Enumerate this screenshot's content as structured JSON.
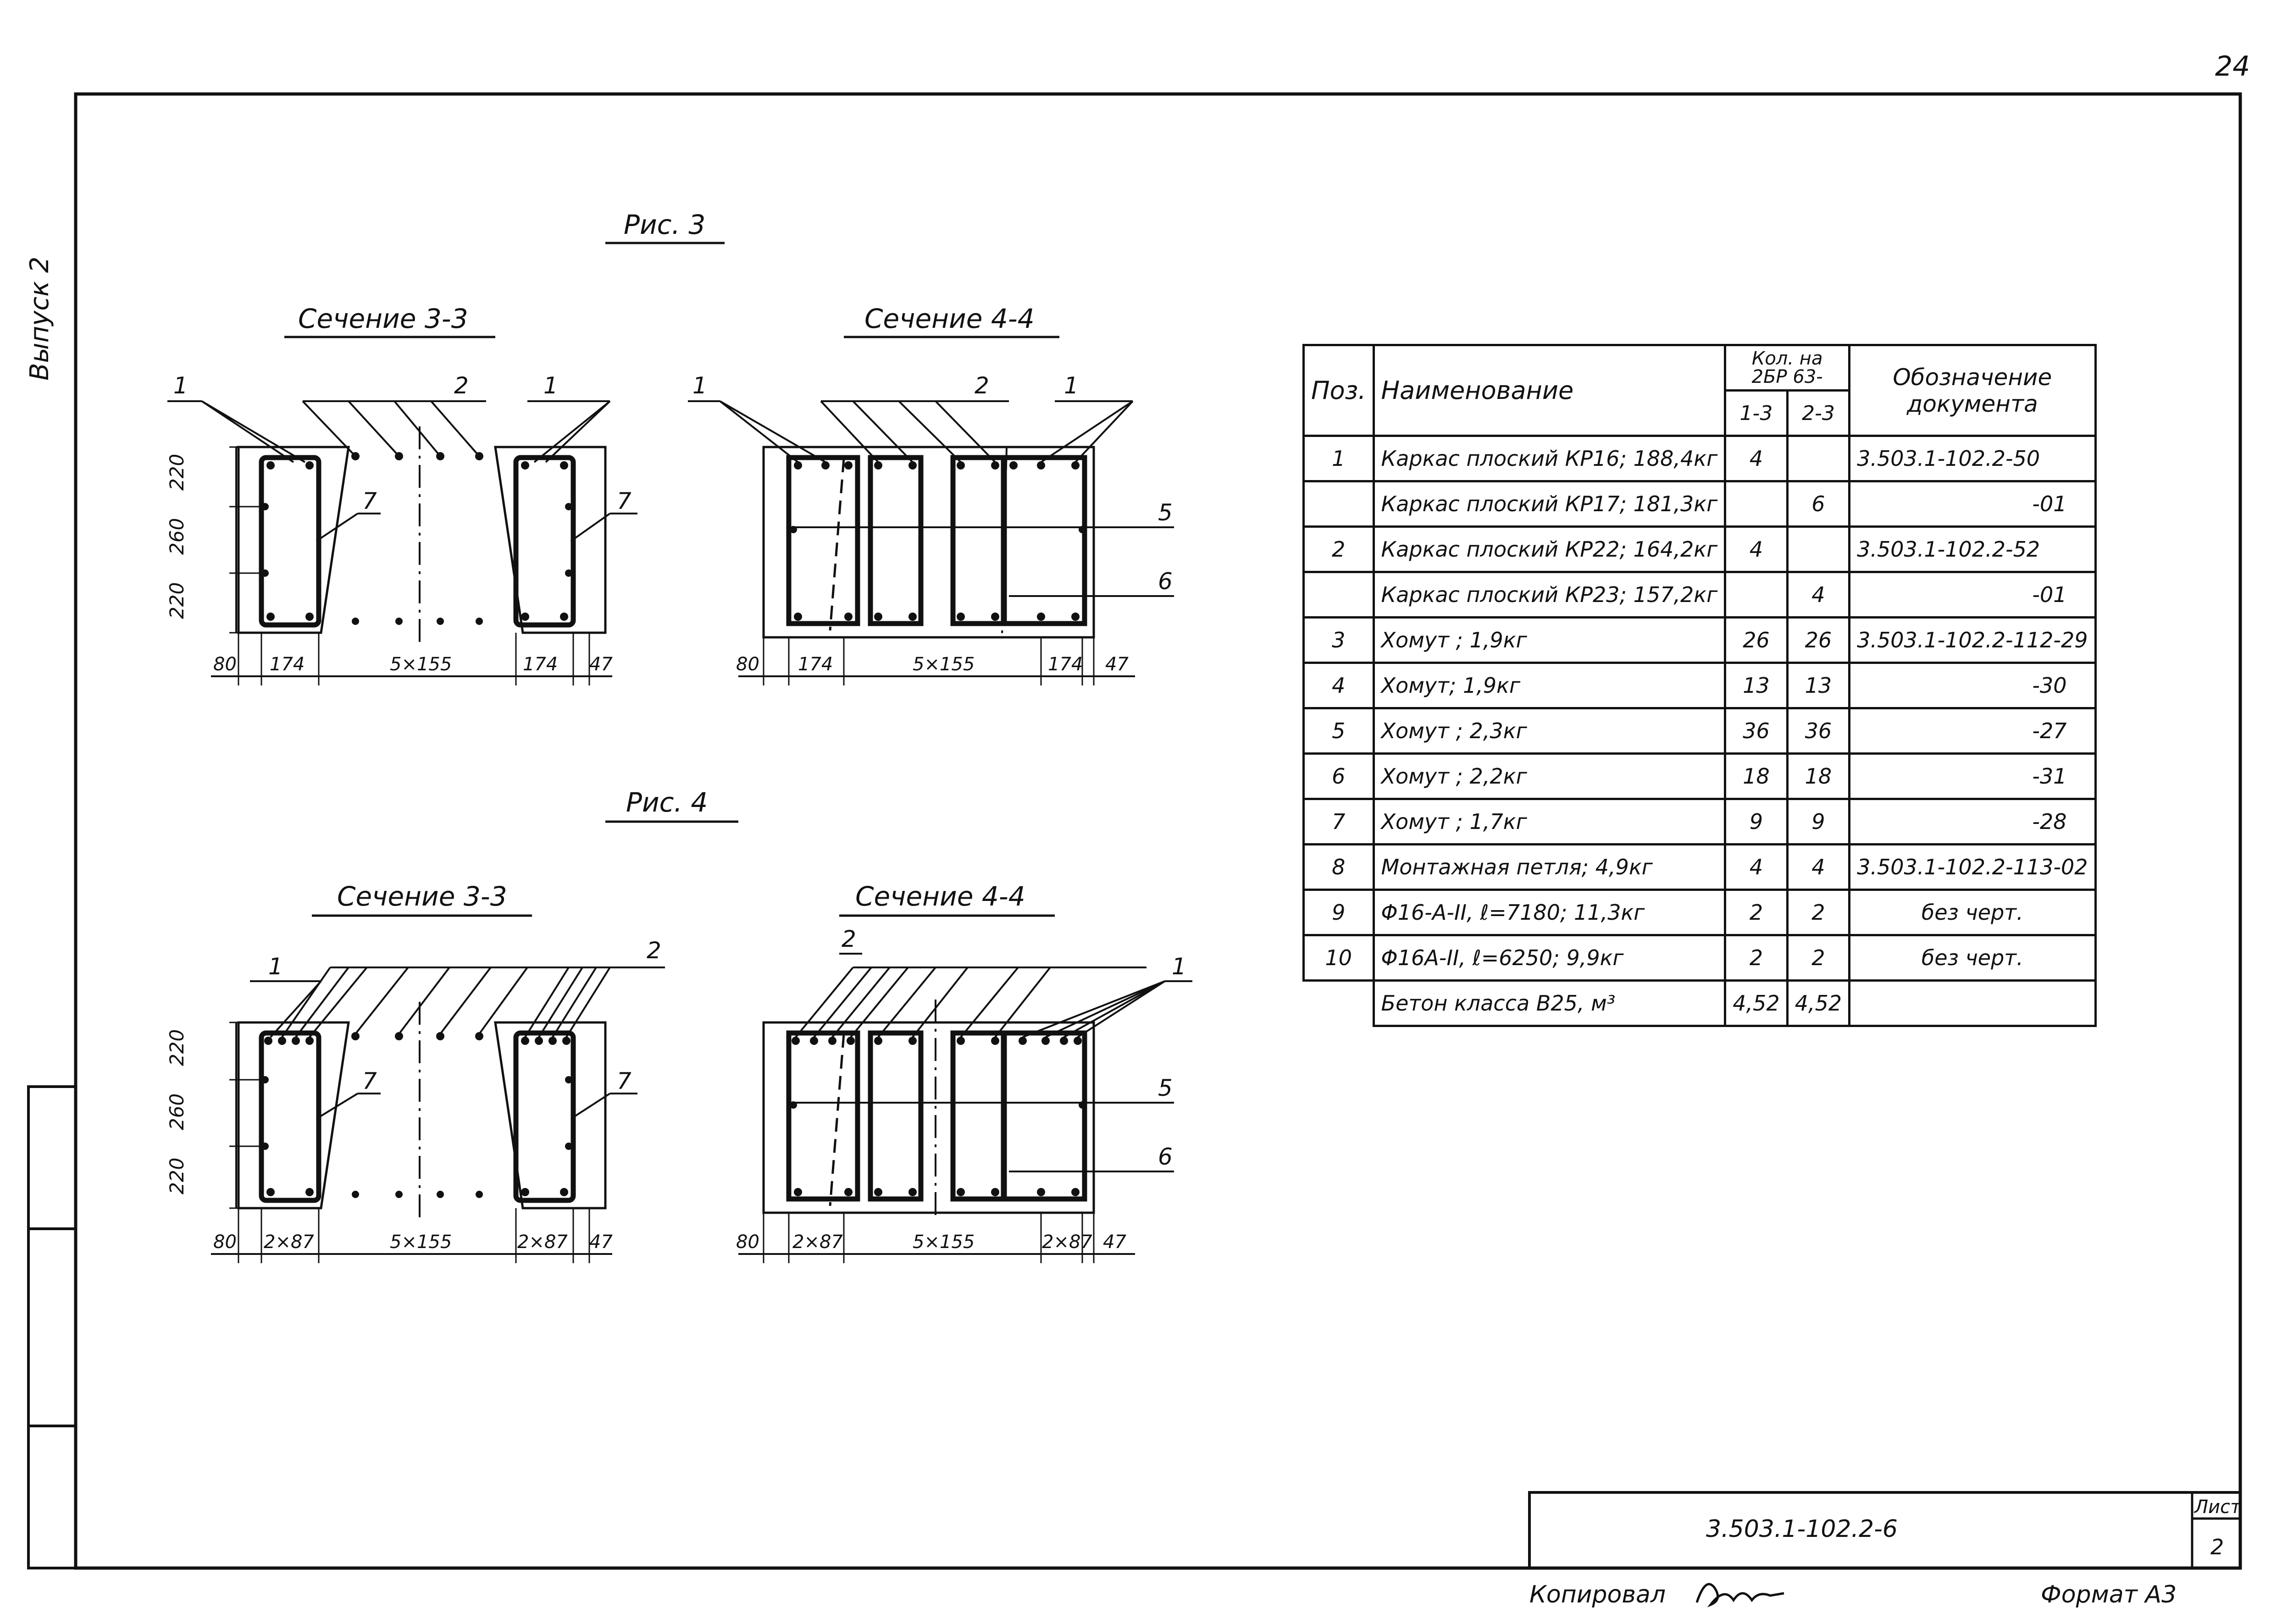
{
  "sheet_number": "24",
  "side_note": "Выпуск 2",
  "figure3": {
    "caption": "Рис. 3",
    "section_a": {
      "title": "Сечение 3-3",
      "callouts": [
        "1",
        "2",
        "1",
        "7",
        "7"
      ],
      "vertical_dims": [
        "220",
        "260",
        "220"
      ],
      "horizontal_dims": [
        "80",
        "174",
        "5×155",
        "174",
        "47"
      ]
    },
    "section_b": {
      "title": "Сечение 4-4",
      "callouts": [
        "1",
        "2",
        "1",
        "5",
        "6"
      ],
      "horizontal_dims": [
        "80",
        "174",
        "5×155",
        "174",
        "47"
      ]
    }
  },
  "figure4": {
    "caption": "Рис. 4",
    "section_a": {
      "title": "Сечение 3-3",
      "callouts": [
        "1",
        "2",
        "7",
        "7"
      ],
      "vertical_dims": [
        "220",
        "260",
        "220"
      ],
      "horizontal_dims": [
        "80",
        "2×87",
        "5×155",
        "2×87",
        "47"
      ]
    },
    "section_b": {
      "title": "Сечение 4-4",
      "callouts": [
        "2",
        "1",
        "5",
        "6"
      ],
      "horizontal_dims": [
        "80",
        "2×87",
        "5×155",
        "2×87",
        "47"
      ]
    }
  },
  "spec_table": {
    "headers": {
      "pos": "Поз.",
      "name": "Наименование",
      "qty_group": "Кол. на 2БР 63-",
      "qty_col1": "1-3",
      "qty_col2": "2-3",
      "doc": "Обозначение документа"
    },
    "rows": [
      {
        "pos": "1",
        "name": "Каркас плоский КР16; 188,4кг",
        "q1": "4",
        "q2": "",
        "doc": "3.503.1-102.2-50",
        "doc_align": "left"
      },
      {
        "pos": "",
        "name": "Каркас плоский КР17; 181,3кг",
        "q1": "",
        "q2": "6",
        "doc": "-01",
        "doc_align": "right"
      },
      {
        "pos": "2",
        "name": "Каркас плоский КР22; 164,2кг",
        "q1": "4",
        "q2": "",
        "doc": "3.503.1-102.2-52",
        "doc_align": "left"
      },
      {
        "pos": "",
        "name": "Каркас плоский КР23; 157,2кг",
        "q1": "",
        "q2": "4",
        "doc": "-01",
        "doc_align": "right"
      },
      {
        "pos": "3",
        "name": "Хомут ; 1,9кг",
        "q1": "26",
        "q2": "26",
        "doc": "3.503.1-102.2-112-29",
        "doc_align": "left"
      },
      {
        "pos": "4",
        "name": "Хомут; 1,9кг",
        "q1": "13",
        "q2": "13",
        "doc": "-30",
        "doc_align": "right"
      },
      {
        "pos": "5",
        "name": "Хомут ; 2,3кг",
        "q1": "36",
        "q2": "36",
        "doc": "-27",
        "doc_align": "right"
      },
      {
        "pos": "6",
        "name": "Хомут ; 2,2кг",
        "q1": "18",
        "q2": "18",
        "doc": "-31",
        "doc_align": "right"
      },
      {
        "pos": "7",
        "name": "Хомут ; 1,7кг",
        "q1": "9",
        "q2": "9",
        "doc": "-28",
        "doc_align": "right"
      },
      {
        "pos": "8",
        "name": "Монтажная петля; 4,9кг",
        "q1": "4",
        "q2": "4",
        "doc": "3.503.1-102.2-113-02",
        "doc_align": "left"
      },
      {
        "pos": "9",
        "name": "Φ16-A-II, ℓ=7180; 11,3кг",
        "q1": "2",
        "q2": "2",
        "doc": "без черт.",
        "doc_align": "center"
      },
      {
        "pos": "10",
        "name": "Φ16A-II, ℓ=6250; 9,9кг",
        "q1": "2",
        "q2": "2",
        "doc": "без черт.",
        "doc_align": "center"
      },
      {
        "pos": "",
        "name": "Бетон класса B25, м³",
        "q1": "4,52",
        "q2": "4,52",
        "doc": "",
        "doc_align": "center"
      }
    ]
  },
  "title_block": {
    "designation": "3.503.1-102.2-6",
    "sheet_label": "Лист",
    "sheet_value": "2"
  },
  "footer": {
    "copied_by": "Копировал",
    "format": "Формат A3"
  }
}
